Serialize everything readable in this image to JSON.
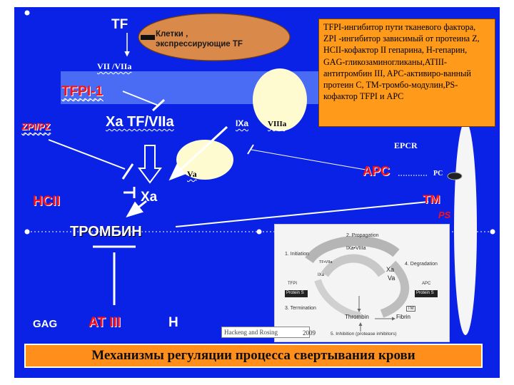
{
  "labels": {
    "tf": "TF",
    "cells": "Клетки ,\nэкспрессирующие TF",
    "vii": "VII /VIIa",
    "tfpi1": "TFPI-1",
    "zpi": "ZPI/PZ",
    "xa_tf": "Xa  TF/VIIa",
    "ixa": "IXa",
    "viiia": "VIIIa",
    "va": "Va",
    "xa": "Xa",
    "hcii": "HCII",
    "epcr": "EPCR",
    "apc": "APC",
    "pc": "PC",
    "tm": "TM",
    "ps": "PS",
    "thrombin": "ТРОМБИН",
    "gag": "GAG",
    "at3": "AT III",
    "h": "H"
  },
  "legend": {
    "text": "TFPI-ингибитор пути тканевого фактора, ZPI -ингибитор зависимый от протеина Z, HCII-кофактор II гепарина, H-гепарин, GAG-гликозаминогликаны,ATIII-антитромбин III, APC-активиро-ванный протеин С, ТМ-тромбо-модулин,PS- кофактор TFPI и APC"
  },
  "title": "Механизмы регуляции процесса свертывания крови",
  "inset": {
    "credit": "Hackeng and Rosing",
    "year": "2009",
    "propagation": "2. Propagation",
    "initiation": "1. Initiation",
    "degradation": "4. Degradation",
    "termination": "3. Termination",
    "inhibition": "5. Inhibition (protease inhibitors)",
    "ixa_viiia": "IXa•VIIIa",
    "tf_viia": "TF•VIIa",
    "xa": "Xa",
    "va": "Va",
    "ixa": "IXa",
    "tfpi": "TFPI",
    "protein_s": "Protein S",
    "apc": "APC",
    "tm": "TM",
    "thrombin": "Thrombin",
    "fibrin": "Fibrin"
  },
  "colors": {
    "panel": "#0a22e6",
    "accent_red": "#ff1010",
    "legend_bg": "#ff9a1a",
    "title_bg": "#ff8f1a",
    "cell_ellipse": "#d98a4a",
    "pale_ellipse": "#fffbd0"
  }
}
